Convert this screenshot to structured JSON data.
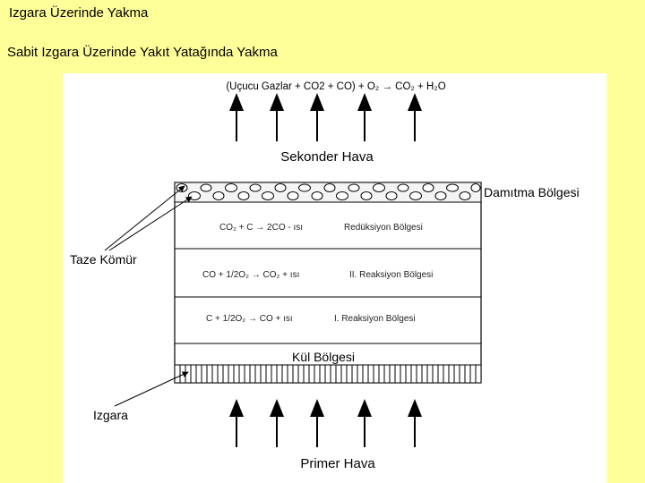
{
  "slide": {
    "title": "Izgara Üzerinde Yakma",
    "subtitle": "Sabit Izgara Üzerinde Yakıt Yatağında Yakma"
  },
  "diagram": {
    "top_equation": "(Uçucu Gazlar + CO2 + CO) + O₂ → CO₂ + H₂O",
    "secondary_air": "Sekonder Hava",
    "distillation_zone": "Damıtma Bölgesi",
    "fresh_coal": "Taze Kömür",
    "zones": [
      {
        "reaction": "CO₂ + C → 2CO - ısı",
        "name": "Redüksiyon Bölgesi"
      },
      {
        "reaction": "CO + 1/2O₂ → CO₂ + ısı",
        "name": "II. Reaksiyon Bölgesi"
      },
      {
        "reaction": "C + 1/2O₂ → CO + ısı",
        "name": "I. Reaksiyon Bölgesi"
      }
    ],
    "ash_zone": "Kül Bölgesi",
    "grate": "Izgara",
    "primary_air": "Primer Hava"
  },
  "colors": {
    "background": "#ffff99",
    "figure_bg": "#ffffff",
    "line": "#000000"
  }
}
